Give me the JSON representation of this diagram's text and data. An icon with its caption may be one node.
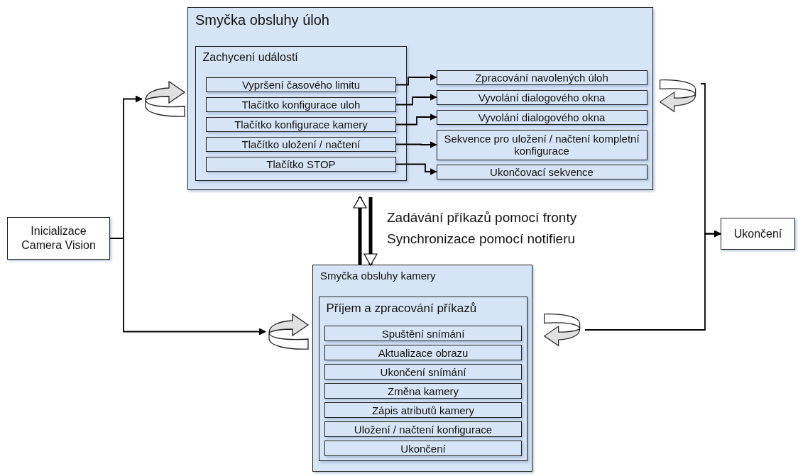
{
  "diagram": {
    "nodes": [
      {
        "text": [
          "Inicializace Camera Vision"
        ]
      },
      {
        "text": [
          "Smyčka obsluhy úloh"
        ]
      },
      {
        "text": [
          "Zachycení událostí"
        ],
        "in": 1
      },
      {
        "text": [
          "Vypršení časového limitu"
        ],
        "in": 2
      },
      {
        "text": [
          "Tlačítko konfigurace uloh"
        ],
        "in": 2
      },
      {
        "text": [
          "Tlačítko konfigurace kamery"
        ],
        "in": 2
      },
      {
        "text": [
          "Tlačítko uložení / načtení"
        ],
        "in": 2
      },
      {
        "text": [
          "Tlačítko STOP"
        ],
        "in": 2
      },
      {
        "text": [
          "Zpracování navolených úloh"
        ],
        "in": 1
      },
      {
        "text": [
          "Vyvolání dialogového okna"
        ],
        "in": 1
      },
      {
        "text": [
          "Vyvolání dialogového okna"
        ],
        "in": 1
      },
      {
        "text": [
          "Sekvence pro uložení / načtení kompletní konfigurace"
        ],
        "in": 1
      },
      {
        "text": [
          "Ukončovací sekvence"
        ],
        "in": 1
      },
      {
        "text": [
          "Ukončení"
        ]
      },
      {
        "text": [
          "Smyčka obsluhy kamery"
        ]
      },
      {
        "text": [
          "Příjem a zpracování příkazů"
        ],
        "in": 14
      },
      {
        "text": [
          "Spuštění snímání"
        ],
        "in": 15
      },
      {
        "text": [
          "Aktualizace obrazu"
        ],
        "in": 15
      },
      {
        "text": [
          "Ukončení snímání"
        ],
        "in": 15
      },
      {
        "text": [
          "Změna kamery"
        ],
        "in": 15
      },
      {
        "text": [
          "Zápis atributů kamery"
        ],
        "in": 15
      },
      {
        "text": [
          "Uložení / načtení konfigurace"
        ],
        "in": 15
      },
      {
        "text": [
          "Ukončení"
        ],
        "in": 15
      },
      {
        "text": [],
        "shape": "loop"
      },
      {
        "text": [],
        "shape": "loop"
      },
      {
        "text": [],
        "shape": "loop"
      },
      {
        "text": [],
        "shape": "loop"
      }
    ],
    "edges": [
      {
        "from": 3,
        "to": 8,
        "arrow": "to"
      },
      {
        "from": 4,
        "to": 9,
        "arrow": "to"
      },
      {
        "from": 5,
        "to": 10,
        "arrow": "to"
      },
      {
        "from": 6,
        "to": 11,
        "arrow": "to"
      },
      {
        "from": 7,
        "to": 12,
        "arrow": "to"
      },
      {
        "from": 0,
        "to": 23,
        "arrow": "to"
      },
      {
        "from": 0,
        "to": 24,
        "arrow": "to"
      },
      {
        "from": 25,
        "to": 13,
        "arrow": "to"
      },
      {
        "from": 26,
        "to": 13,
        "arrow": "to"
      },
      {
        "from": 14,
        "to": 1,
        "arrow": "to",
        "style": "thick"
      },
      {
        "from": 1,
        "to": 14,
        "arrow": "to",
        "style": "thick"
      }
    ],
    "labels": [
      "Zadávání příkazů pomocí fronty",
      "Synchronizace pomocí notifieru"
    ]
  }
}
